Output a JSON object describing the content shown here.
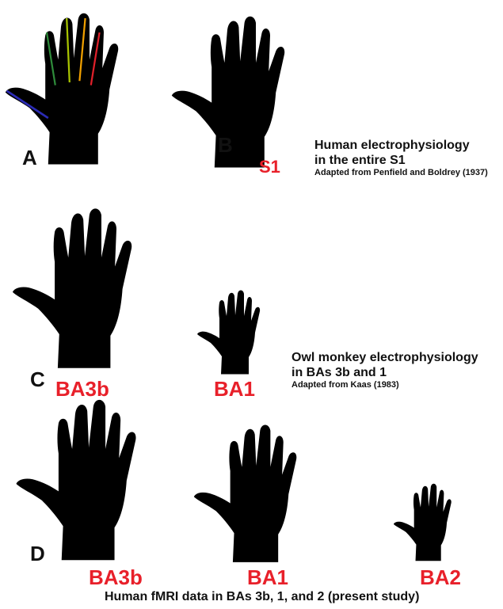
{
  "panels": {
    "a": {
      "letter": "A"
    },
    "b": {
      "letter": "B",
      "region": "S1",
      "caption_line1": "Human electrophysiology",
      "caption_line2": "in the entire S1",
      "source": "Adapted from Penfield and Boldrey (1937)"
    },
    "c": {
      "letter": "C",
      "region_left": "BA3b",
      "region_right": "BA1",
      "caption_line1": "Owl monkey electrophysiology",
      "caption_line2": "in BAs 3b and 1",
      "source": "Adapted from Kaas (1983)"
    },
    "d": {
      "letter": "D",
      "region_left": "BA3b",
      "region_mid": "BA1",
      "region_right": "BA2",
      "caption": "Human fMRI data in BAs 3b, 1, and 2 (present study)"
    }
  },
  "colors": {
    "region_label": "#e8202a",
    "digit_thumb": "#2b2bb5",
    "digit_index": "#2e8b3a",
    "digit_middle": "#a8c400",
    "digit_ring": "#f0a000",
    "digit_little": "#e0202a"
  }
}
